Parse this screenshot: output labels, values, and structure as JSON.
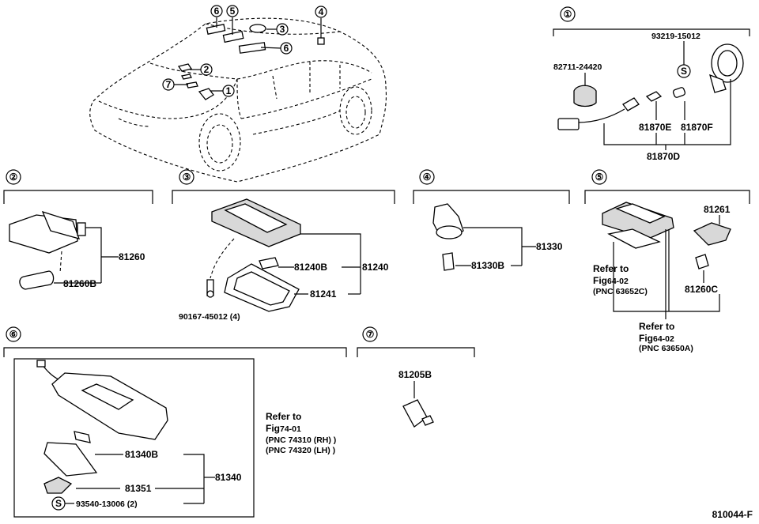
{
  "sections": {
    "s1": "①",
    "s2": "②",
    "s3": "③",
    "s4": "④",
    "s5": "⑤",
    "s6": "⑥",
    "s7": "⑦"
  },
  "car_callouts": {
    "c1": "1",
    "c2": "2",
    "c3": "3",
    "c4": "4",
    "c5": "5",
    "c6a": "6",
    "c6b": "6",
    "c7": "7"
  },
  "group1": {
    "p_93219": "93219-15012",
    "p_82711": "82711-24420",
    "p_81870E": "81870E",
    "p_81870F": "81870F",
    "p_81870D": "81870D",
    "s_mark": "S"
  },
  "group2": {
    "p_81260": "81260",
    "p_81260B": "81260B"
  },
  "group3": {
    "p_81240B": "81240B",
    "p_81240": "81240",
    "p_81241": "81241",
    "p_90167": "90167-45012 (4)"
  },
  "group4": {
    "p_81330": "81330",
    "p_81330B": "81330B"
  },
  "group5": {
    "p_81261": "81261",
    "p_81260C": "81260C",
    "ref1_line1": "Refer to",
    "ref1_line2": "Fig",
    "ref1_fig": "64-02",
    "ref1_pnc": "(PNC 63652C)",
    "ref2_line1": "Refer to",
    "ref2_line2": "Fig",
    "ref2_fig": "64-02",
    "ref2_pnc": "(PNC 63650A)"
  },
  "group6": {
    "p_81340B": "81340B",
    "p_81351": "81351",
    "p_81340": "81340",
    "p_93540": "93540-13006 (2)",
    "s_mark": "S",
    "ref_line1": "Refer to",
    "ref_line2": "Fig",
    "ref_fig": "74-01",
    "ref_pnc1": "(PNC 74310 (RH) )",
    "ref_pnc2": "(PNC 74320 (LH) )"
  },
  "group7": {
    "p_81205B": "81205B"
  },
  "figure_code": "810044-F"
}
